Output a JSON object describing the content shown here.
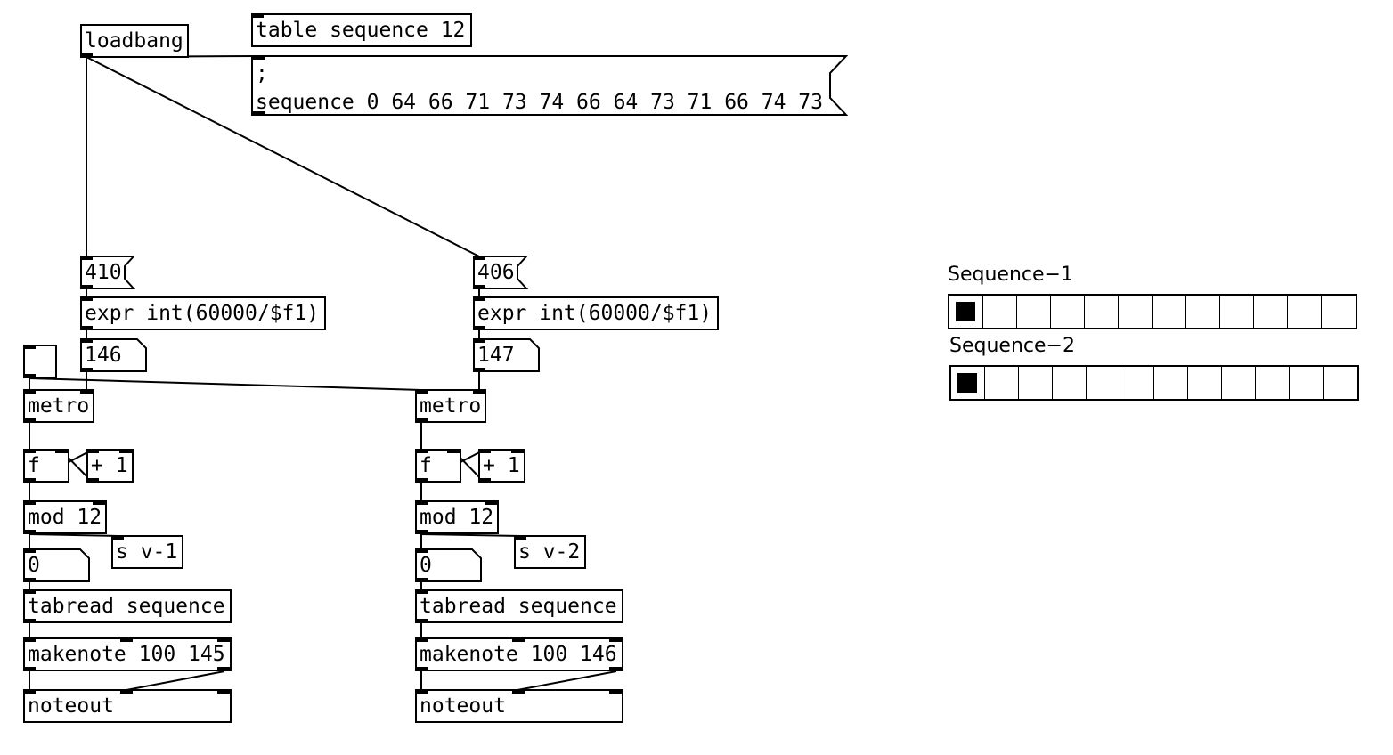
{
  "patch": {
    "loadbang": "loadbang",
    "table_obj": "table sequence 12",
    "seq_msg": {
      "line1": ";",
      "line2": "sequence 0 64 66 71 73 74 66 64 73 71 66 74 73"
    },
    "voice1": {
      "tempo_msg": "410",
      "expr": "expr int(60000/$f1)",
      "period": "146",
      "metro": "metro",
      "f": "f",
      "plus": "+ 1",
      "mod": "mod 12",
      "send": "s v-1",
      "index": "0",
      "tabread": "tabread sequence",
      "makenote": "makenote 100 145",
      "noteout": "noteout"
    },
    "voice2": {
      "tempo_msg": "406",
      "expr": "expr int(60000/$f1)",
      "period": "147",
      "metro": "metro",
      "f": "f",
      "plus": "+ 1",
      "mod": "mod 12",
      "send": "s v-2",
      "index": "0",
      "tabread": "tabread sequence",
      "makenote": "makenote 100 146",
      "noteout": "noteout"
    }
  },
  "radios": [
    {
      "label": "Sequence−1",
      "cells": 12,
      "selected": 0
    },
    {
      "label": "Sequence−2",
      "cells": 12,
      "selected": 0
    }
  ]
}
